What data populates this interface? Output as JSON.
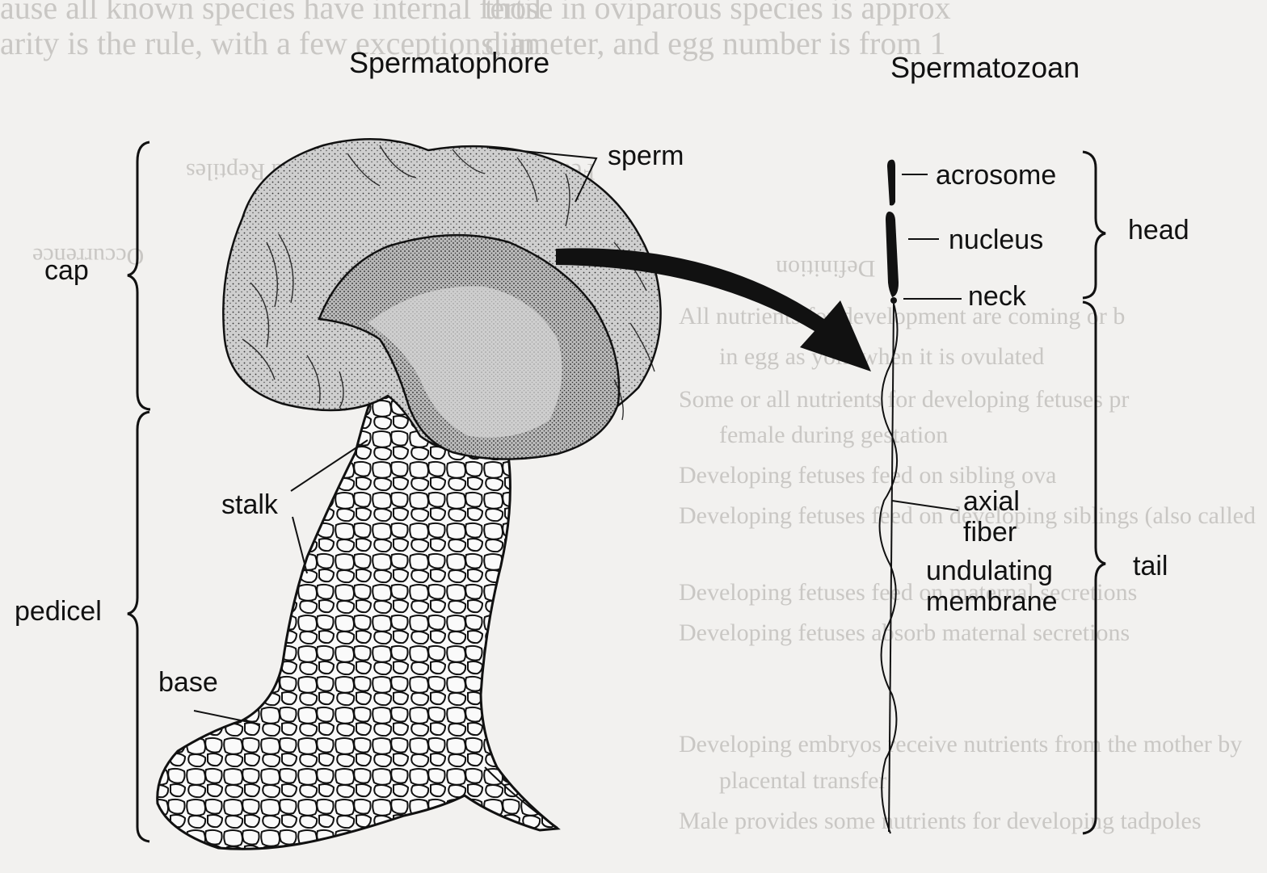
{
  "figure": {
    "titles": {
      "left": "Spermatophore",
      "right": "Spermatozoan"
    },
    "spermatophore_labels": {
      "sperm": "sperm",
      "cap": "cap",
      "stalk": "stalk",
      "pedicel": "pedicel",
      "base": "base"
    },
    "spermatozoan_labels": {
      "acrosome": "acrosome",
      "nucleus": "nucleus",
      "neck": "neck",
      "axial_fiber": "axial fiber",
      "undulating_membrane": "undulating membrane",
      "head": "head",
      "tail": "tail"
    }
  },
  "bleed_through": {
    "top_left": "ause all known species have internal fertil",
    "top_left_2": "arity is the rule, with a few exceptions, in",
    "top_mid": "those in oviparous species is approx",
    "top_mid_2": "diameter, and egg number is from 1",
    "lines": [
      "All nutrients for development are coming or b",
      "in egg as yolk when it is ovulated",
      "Some or all nutrients for developing fetuses pr",
      "female during gestation",
      "Developing fetuses feed on sibling ova",
      "Developing fetuses feed on developing siblings (also called",
      "Developing fetuses feed on maternal secretions",
      "Developing fetuses absorb maternal secretions",
      "Developing embryos receive nutrients from the mother by",
      "placental transfer",
      "Male provides some nutrients for developing tadpoles"
    ],
    "flipped": [
      "Fetal Nutritional Adaptations and Reptiles",
      "Occurrence",
      "Definition"
    ]
  },
  "colors": {
    "ink": "#111111",
    "paper": "#f2f1ef",
    "bleed": "#c9c7c4"
  }
}
